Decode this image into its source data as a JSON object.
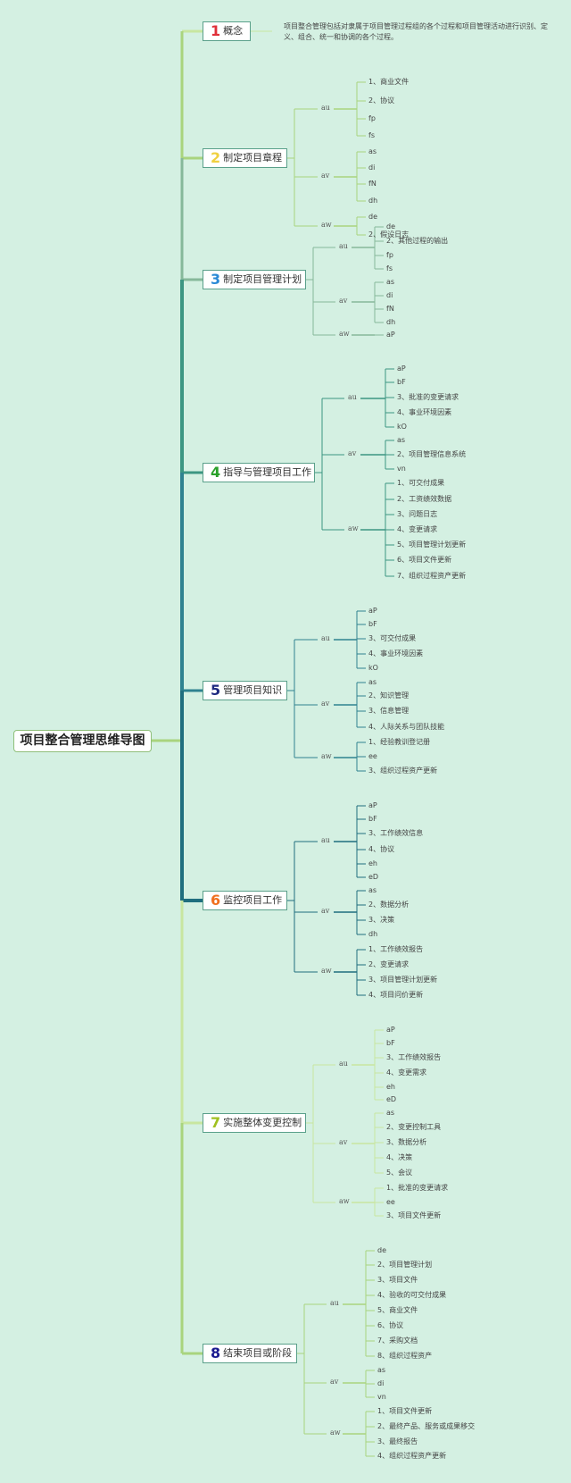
{
  "title": "项目整合管理思维导图",
  "branches": [
    {
      "number": "1",
      "label": "概念",
      "number_color": "#e0303a",
      "line_color": "#c8e6a0",
      "description": "项目整合管理包括对隶属于项目管理过程组的各个过程和项目管理活动进行识别、定义、组合、统一和协调的各个过程。",
      "groups": []
    },
    {
      "number": "2",
      "label": "制定项目章程",
      "number_color": "#f0d040",
      "line_color": "#a9d47e",
      "groups": [
        {
          "label": "au",
          "items": [
            "1、商业文件",
            "2、协议",
            "fp",
            "fs"
          ]
        },
        {
          "label": "av",
          "items": [
            "as",
            "di",
            "fN",
            "dh"
          ]
        },
        {
          "label": "aw",
          "items": [
            "de",
            "2、假设日志"
          ]
        }
      ]
    },
    {
      "number": "3",
      "label": "制定项目管理计划",
      "number_color": "#2a8ad6",
      "line_color": "#86b89a",
      "groups": [
        {
          "label": "au",
          "items": [
            "de",
            "2、其他过程的输出",
            "fp",
            "fs"
          ]
        },
        {
          "label": "av",
          "items": [
            "as",
            "di",
            "fN",
            "dh"
          ]
        },
        {
          "label": "aw",
          "items": [
            "aP"
          ]
        }
      ]
    },
    {
      "number": "4",
      "label": "指导与管理项目工作",
      "number_color": "#2aa02a",
      "line_color": "#3c9682",
      "groups": [
        {
          "label": "au",
          "items": [
            "aP",
            "bF",
            "3、批准的变更请求",
            "4、事业环境因素",
            "kO"
          ]
        },
        {
          "label": "av",
          "items": [
            "as",
            "2、项目管理信息系统",
            "vn"
          ]
        },
        {
          "label": "aw",
          "items": [
            "1、可交付成果",
            "2、工资绩效数据",
            "3、问题日志",
            "4、变更请求",
            "5、项目管理计划更新",
            "6、项目文件更新",
            "7、组织过程资产更新"
          ]
        }
      ]
    },
    {
      "number": "5",
      "label": "管理项目知识",
      "number_color": "#1e2a80",
      "line_color": "#2f8290",
      "groups": [
        {
          "label": "au",
          "items": [
            "aP",
            "bF",
            "3、可交付成果",
            "4、事业环境因素",
            "kO"
          ]
        },
        {
          "label": "av",
          "items": [
            "as",
            "2、知识管理",
            "3、信息管理",
            "4、人际关系与团队技能"
          ]
        },
        {
          "label": "aw",
          "items": [
            "1、经验教训登记册",
            "ee",
            "3、组织过程资产更新"
          ]
        }
      ]
    },
    {
      "number": "6",
      "label": "监控项目工作",
      "number_color": "#f07020",
      "line_color": "#1f6e7e",
      "groups": [
        {
          "label": "au",
          "items": [
            "aP",
            "bF",
            "3、工作绩效信息",
            "4、协议",
            "eh",
            "eD"
          ]
        },
        {
          "label": "av",
          "items": [
            "as",
            "2、数据分析",
            "3、决策",
            "dh"
          ]
        },
        {
          "label": "aw",
          "items": [
            "1、工作绩效报告",
            "2、变更请求",
            "3、项目管理计划更新",
            "4、项目问价更新"
          ]
        }
      ]
    },
    {
      "number": "7",
      "label": "实施整体变更控制",
      "number_color": "#a0c020",
      "line_color": "#c8e6a0",
      "groups": [
        {
          "label": "au",
          "items": [
            "aP",
            "bF",
            "3、工作绩效报告",
            "4、变更需求",
            "eh",
            "eD"
          ]
        },
        {
          "label": "av",
          "items": [
            "as",
            "2、变更控制工具",
            "3、数据分析",
            "4、决策",
            "5、会议"
          ]
        },
        {
          "label": "aw",
          "items": [
            "1、批准的变更请求",
            "ee",
            "3、项目文件更新"
          ]
        }
      ]
    },
    {
      "number": "8",
      "label": "结束项目或阶段",
      "number_color": "#1a1a90",
      "line_color": "#a9d47e",
      "groups": [
        {
          "label": "au",
          "items": [
            "de",
            "2、项目管理计划",
            "3、项目文件",
            "4、验收的可交付成果",
            "5、商业文件",
            "6、协议",
            "7、采购文档",
            "8、组织过程资产"
          ]
        },
        {
          "label": "av",
          "items": [
            "as",
            "di",
            "vn"
          ]
        },
        {
          "label": "aw",
          "items": [
            "1、项目文件更新",
            "2、最终产品、服务或成果移交",
            "3、最终报告",
            "4、组织过程资产更新"
          ]
        }
      ]
    }
  ]
}
